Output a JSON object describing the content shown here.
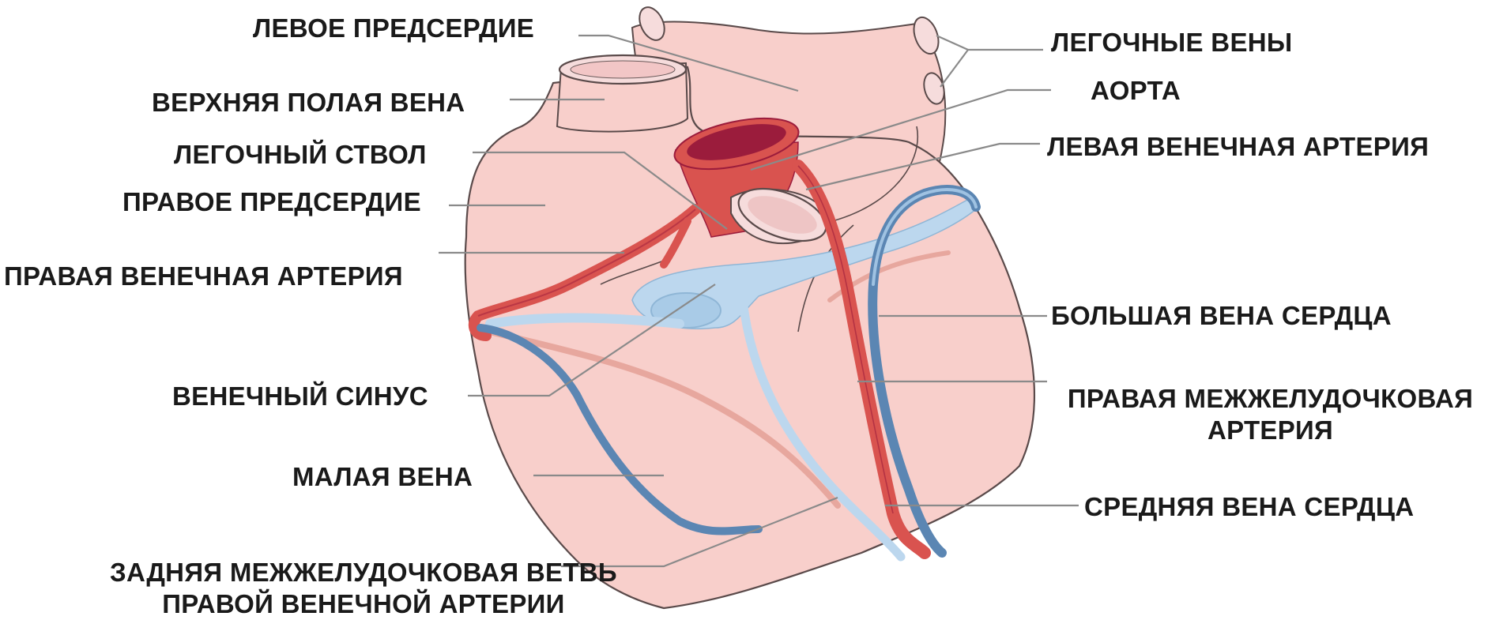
{
  "labels": {
    "left_atrium": "ЛЕВОЕ ПРЕДСЕРДИЕ",
    "superior_vena_cava": "ВЕРХНЯЯ ПОЛАЯ ВЕНА",
    "pulmonary_trunk": "ЛЕГОЧНЫЙ СТВОЛ",
    "right_atrium": "ПРАВОЕ ПРЕДСЕРДИЕ",
    "right_coronary_artery": "ПРАВАЯ ВЕНЕЧНАЯ АРТЕРИЯ",
    "coronary_sinus": "ВЕНЕЧНЫЙ СИНУС",
    "small_vein": "МАЛАЯ ВЕНА",
    "posterior_interventricular_line1": "ЗАДНЯЯ МЕЖЖЕЛУДОЧКОВАЯ ВЕТВЬ",
    "posterior_interventricular_line2": "ПРАВОЙ ВЕНЕЧНОЙ АРТЕРИИ",
    "pulmonary_veins": "ЛЕГОЧНЫЕ ВЕНЫ",
    "aorta": "АОРТА",
    "left_coronary_artery": "ЛЕВАЯ ВЕНЕЧНАЯ АРТЕРИЯ",
    "great_cardiac_vein": "БОЛЬШАЯ ВЕНА СЕРДЦА",
    "right_interventricular_line1": "ПРАВАЯ МЕЖЖЕЛУДОЧКОВАЯ",
    "right_interventricular_line2": "АРТЕРИЯ",
    "middle_cardiac_vein": "СРЕДНЯЯ ВЕНА СЕРДЦА"
  },
  "colors": {
    "heart_fill": "#f8cfcb",
    "heart_outline": "#5a4a4a",
    "artery": "#d9534f",
    "artery_dark": "#9b1c3c",
    "vein_blue": "#5b86b3",
    "vein_light": "#bcd7ee",
    "branch_pink": "#e7a79e",
    "leader": "#8a8a8a"
  }
}
